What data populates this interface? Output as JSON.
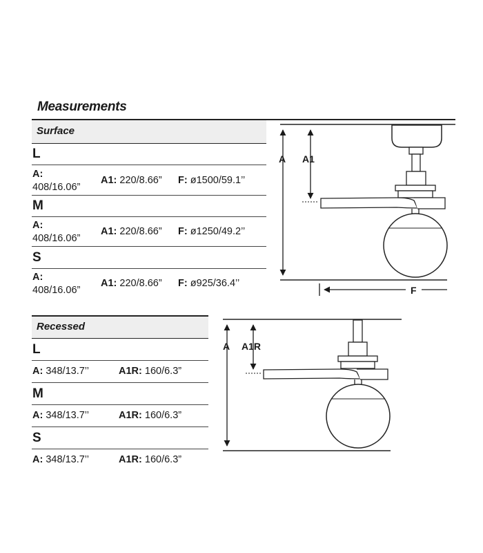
{
  "title": "Measurements",
  "surface": {
    "heading": "Surface",
    "sizes": [
      {
        "label": "L",
        "a_key": "A:",
        "a_val": "408/16.06”",
        "a1_key": "A1:",
        "a1_val": "220/8.66”",
        "f_key": "F:",
        "f_val": "ø1500/59.1’’"
      },
      {
        "label": "M",
        "a_key": "A:",
        "a_val": "408/16.06”",
        "a1_key": "A1:",
        "a1_val": "220/8.66”",
        "f_key": "F:",
        "f_val": "ø1250/49.2’’"
      },
      {
        "label": "S",
        "a_key": "A:",
        "a_val": "408/16.06”",
        "a1_key": "A1:",
        "a1_val": "220/8.66”",
        "f_key": "F:",
        "f_val": "ø925/36.4’’"
      }
    ],
    "diagram": {
      "label_a": "A",
      "label_a1": "A1",
      "label_f": "F"
    }
  },
  "recessed": {
    "heading": "Recessed",
    "sizes": [
      {
        "label": "L",
        "a_key": "A:",
        "a_val": "348/13.7’’",
        "a1r_key": "A1R:",
        "a1r_val": "160/6.3”"
      },
      {
        "label": "M",
        "a_key": "A:",
        "a_val": "348/13.7’’",
        "a1r_key": "A1R:",
        "a1r_val": "160/6.3”"
      },
      {
        "label": "S",
        "a_key": "A:",
        "a_val": "348/13.7’’",
        "a1r_key": "A1R:",
        "a1r_val": "160/6.3”"
      }
    ],
    "diagram": {
      "label_a": "A",
      "label_a1r": "A1R"
    }
  }
}
